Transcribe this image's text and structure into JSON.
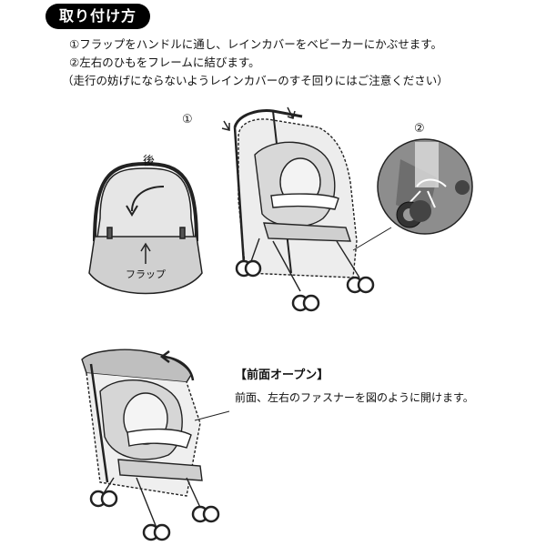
{
  "header": {
    "title": "取り付け方"
  },
  "instructions": {
    "line1": "①フラップをハンドルに通し、レインカバーをベビーカーにかぶせます。",
    "line2": "②左右のひもをフレームに結びます。",
    "line3": "（走行の妨げにならないようレインカバーのすそ回りにはご注意ください）"
  },
  "figure1": {
    "rear_label": "後",
    "flap_label": "フラップ",
    "step1_marker": "①",
    "step2_marker": "②"
  },
  "figure2": {
    "open_title": "【前面オープン】",
    "open_desc": "前面、左右のファスナーを図のように開けます。"
  }
}
